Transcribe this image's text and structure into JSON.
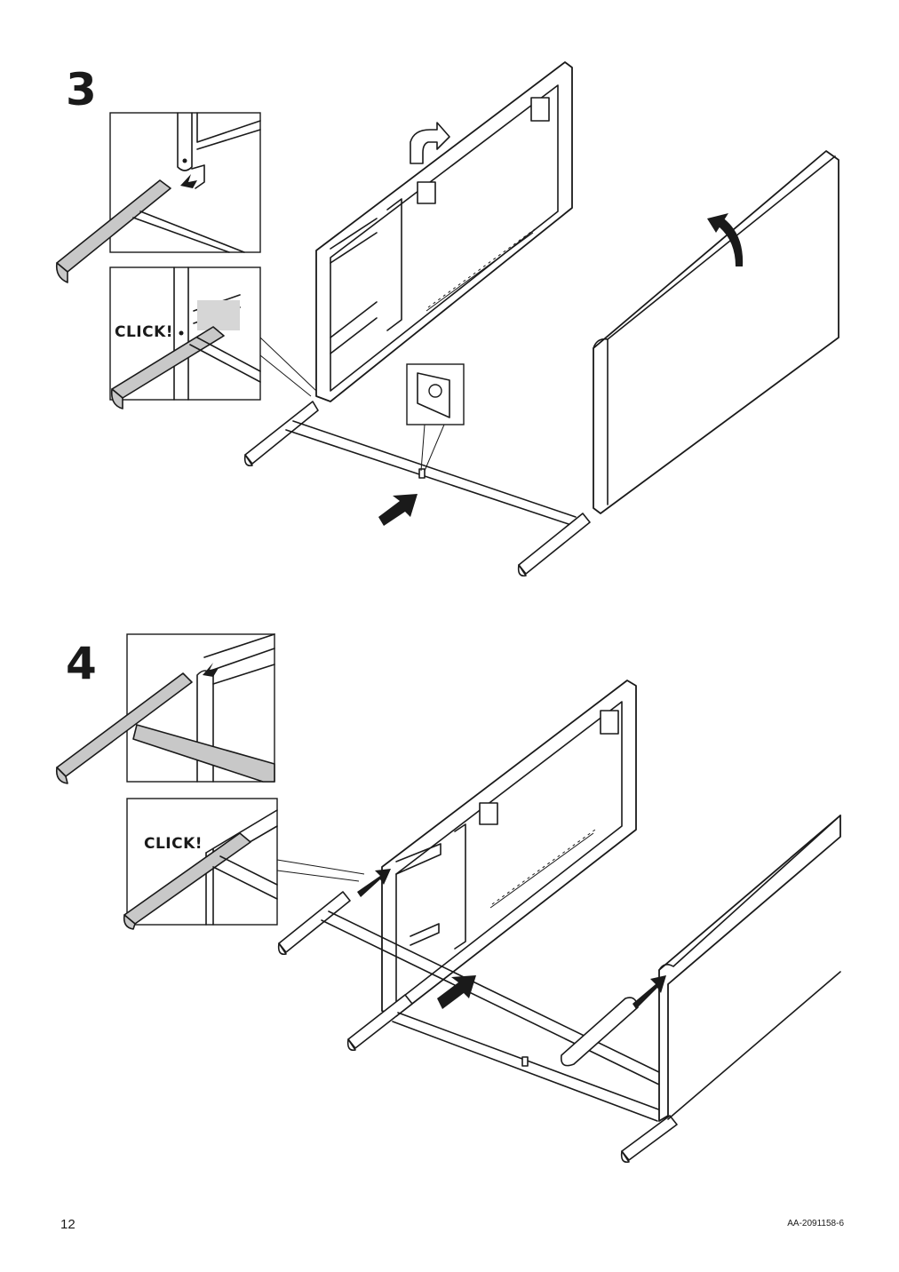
{
  "steps": [
    {
      "number": "3",
      "click_label": "CLICK!"
    },
    {
      "number": "4",
      "click_label": "CLICK!"
    }
  ],
  "footer": {
    "page_number": "12",
    "document_code": "AA-2091158-6"
  },
  "icons": [
    "push-arrow-icon",
    "rotate-arrow-icon"
  ]
}
